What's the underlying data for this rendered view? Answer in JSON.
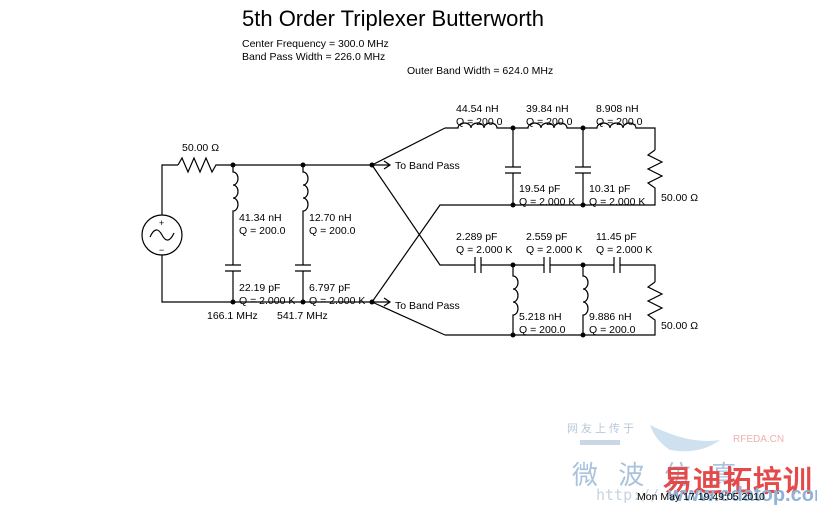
{
  "header": {
    "title": "5th Order Triplexer Butterworth",
    "center_frequency": "Center Frequency = 300.0 MHz",
    "band_pass_width": "Band Pass Width = 226.0 MHz",
    "outer_band_width": "Outer Band Width = 624.0 MHz"
  },
  "source": {
    "series_resistor": "50.00 Ω",
    "plus": "+",
    "minus": "−"
  },
  "shunt_branches": [
    {
      "inductor": "41.34 nH",
      "inductor_q": "Q = 200.0",
      "capacitor": "22.19 pF",
      "capacitor_q": "Q = 2.000 K",
      "resonance": "166.1 MHz"
    },
    {
      "inductor": "12.70 nH",
      "inductor_q": "Q = 200.0",
      "capacitor": "6.797 pF",
      "capacitor_q": "Q = 2.000 K",
      "resonance": "541.7 MHz"
    }
  ],
  "ports": {
    "upper_label": "To Band Pass",
    "lower_label": "To Band Pass"
  },
  "upper_filter": {
    "series_inductors": [
      {
        "value": "44.54 nH",
        "q": "Q = 200.0"
      },
      {
        "value": "39.84 nH",
        "q": "Q = 200.0"
      },
      {
        "value": "8.908 nH",
        "q": "Q = 200.0"
      }
    ],
    "shunt_capacitors": [
      {
        "value": "19.54 pF",
        "q": "Q = 2.000 K"
      },
      {
        "value": "10.31 pF",
        "q": "Q = 2.000 K"
      }
    ],
    "load": "50.00 Ω"
  },
  "lower_filter": {
    "series_capacitors": [
      {
        "value": "2.289 pF",
        "q": "Q = 2.000 K"
      },
      {
        "value": "2.559 pF",
        "q": "Q = 2.000 K"
      },
      {
        "value": "11.45 pF",
        "q": "Q = 2.000 K"
      }
    ],
    "shunt_inductors": [
      {
        "value": "5.218 nH",
        "q": "Q = 200.0"
      },
      {
        "value": "9.886 nH",
        "q": "Q = 200.0"
      }
    ],
    "load": "50.00 Ω"
  },
  "footer": {
    "timestamp": "Mon May 17 19:49:05 2010"
  },
  "watermark": {
    "line1": "网友上传于",
    "brand": "RFEDA.CN",
    "cn_left": "微 波 仿 真",
    "cn_right": "易迪拓培训",
    "url_left": "http://",
    "url_right": "www.edatop.com",
    "accent_color": "#e02a2a",
    "blue_color": "#5a8fc8"
  }
}
